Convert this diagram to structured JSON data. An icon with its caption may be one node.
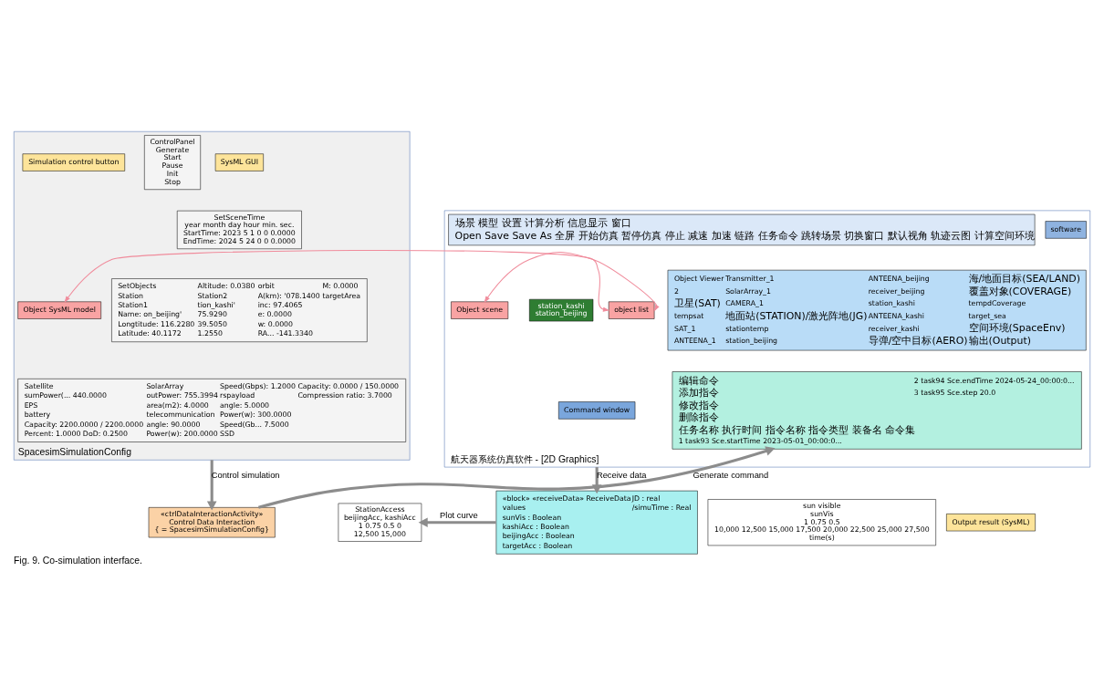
{
  "diagram": {
    "caption": "Fig. 9. Co-simulation interface.",
    "nodes": [
      {
        "text": [
          "SpacesimSimulationConfig"
        ]
      },
      {
        "text": [
          "SysML GUI"
        ],
        "in": 0
      },
      {
        "text": [
          "SetSceneTime",
          "year month day hour min. sec.",
          "StartTime: 2023 5 1 0 0 0.0000",
          "EndTime: 2024 5 24 0 0 0.0000"
        ],
        "in": 0
      },
      {
        "text": [
          "ControlPanel",
          "Generate",
          "Start",
          "Pause",
          "Init",
          "Stop"
        ],
        "in": 0
      },
      {
        "text": [
          "Simulation control button"
        ],
        "in": 0
      },
      {
        "text": [
          "SetObjects",
          "Station",
          "Station1",
          "Name: on_beijing'",
          "Longtitude: 116.2280",
          "Latitude: 40.1172",
          "Altitude: 0.0380",
          "Station2",
          "tion_kashi'",
          "75.9290",
          "39.5050",
          "1.2550",
          "orbit",
          "A(km): '078.1400",
          "inc: 97.4065",
          "e: 0.0000",
          "w: 0.0000",
          "RA... -141.3340",
          "M: 0.0000",
          "targetArea"
        ],
        "in": 0
      },
      {
        "text": [
          "Object SysML model"
        ],
        "in": 0
      },
      {
        "text": [
          "Satellite",
          "sumPower(... 440.0000",
          "EPS",
          "battery",
          "Capacity: 2200.0000 / 2200.0000",
          "Percent: 1.0000 DoD: 0.2500",
          "SolarArray",
          "outPower: 755.3994",
          "area(m2): 4.0000",
          "telecommunication",
          "angle: 90.0000",
          "Power(w): 200.0000",
          "Speed(Gbps): 1.2000",
          "rspayload",
          "angle: 5.0000",
          "Power(w): 300.0000",
          "Speed(Gb... 7.5000",
          "SSD",
          "Capacity: 0.0000 / 150.0000",
          "Compression ratio: 3.7000"
        ],
        "in": 0
      },
      {
        "text": [
          "航天器系统仿真软件 - [2D Graphics]"
        ]
      },
      {
        "text": [
          "software"
        ],
        "in": 8
      },
      {
        "text": [
          "场景 模型 设置 计算分析 信息显示 窗口",
          "Open Save Save As 全屏 开始仿真 暂停仿真 停止 减速 加速 链路 任务命令 跳转场景 切换窗口 默认视角 轨迹云图 计算空间环境"
        ],
        "in": 8
      },
      {
        "text": [
          "Object Viewer",
          "2",
          "卫星(SAT)",
          "tempsat",
          "SAT_1",
          "ANTEENA_1",
          "Transmitter_1",
          "SolarArray_1",
          "CAMERA_1",
          "地面站(STATION)/激光阵地(JG)",
          "stationtemp",
          "station_beijing",
          "ANTEENA_beijing",
          "receiver_beijing",
          "station_kashi",
          "ANTEENA_kashi",
          "receiver_kashi",
          "导弹/空中目标(AERO)",
          "海/地面目标(SEA/LAND)",
          "覆盖对象(COVERAGE)",
          "tempdCoverage",
          "target_sea",
          "空间环境(SpaceEnv)",
          "输出(Output)"
        ],
        "in": 8
      },
      {
        "text": [
          "object list"
        ],
        "in": 8
      },
      {
        "text": [
          "station_kashi",
          "station_beijing"
        ],
        "in": 8
      },
      {
        "text": [
          "Object scene"
        ],
        "in": 8
      },
      {
        "text": [
          "编辑命令",
          "添加指令",
          "修改指令",
          "删除指令",
          "任务名称 执行时间 指令名称 指令类型 装备名 命令集",
          "1 task93 Sce.startTime 2023-05-01_00:00:0...",
          "2 task94 Sce.endTime 2024-05-24_00:00:0...",
          "3 task95 Sce.step 20.0"
        ],
        "in": 8
      },
      {
        "text": [
          "Command window"
        ],
        "in": 8
      },
      {
        "text": [
          "«ctrlDataInteractionActivity»",
          "Control Data Interaction",
          "{ = SpacesimSimulationConfig}"
        ]
      },
      {
        "text": [
          "«block» «receiveData» ReceiveData",
          "values",
          "sunVis : Boolean",
          "kashiAcc : Boolean",
          "beijingAcc : Boolean",
          "targetAcc : Boolean",
          "JD : real",
          "/simuTime : Real"
        ]
      },
      {
        "text": [
          "StationAccess",
          "beijingAcc, kashiAcc",
          "1 0.75 0.5 0",
          "12,500 15,000"
        ]
      },
      {
        "text": [
          "sun visible",
          "sunVis",
          "1 0.75 0.5",
          "10,000 12,500 15,000 17,500 20,000 22,500 25,000 27,500",
          "time(s)"
        ]
      },
      {
        "text": [
          "Output result (SysML)"
        ]
      }
    ],
    "edges": [
      {
        "from": 6,
        "to": 12,
        "arrow": "both",
        "color": "#f08c9c"
      },
      {
        "from": 12,
        "to": 14,
        "arrow": "both",
        "color": "#f08c9c"
      },
      {
        "from": 0,
        "to": 17,
        "arrow": "to",
        "label": "Control simulation"
      },
      {
        "from": 17,
        "to": 15,
        "arrow": "to",
        "label": "Generate command"
      },
      {
        "from": 8,
        "to": 18,
        "arrow": "to",
        "label": "Receive data"
      },
      {
        "from": 18,
        "to": 19,
        "arrow": "to",
        "label": "Plot curve"
      }
    ]
  }
}
